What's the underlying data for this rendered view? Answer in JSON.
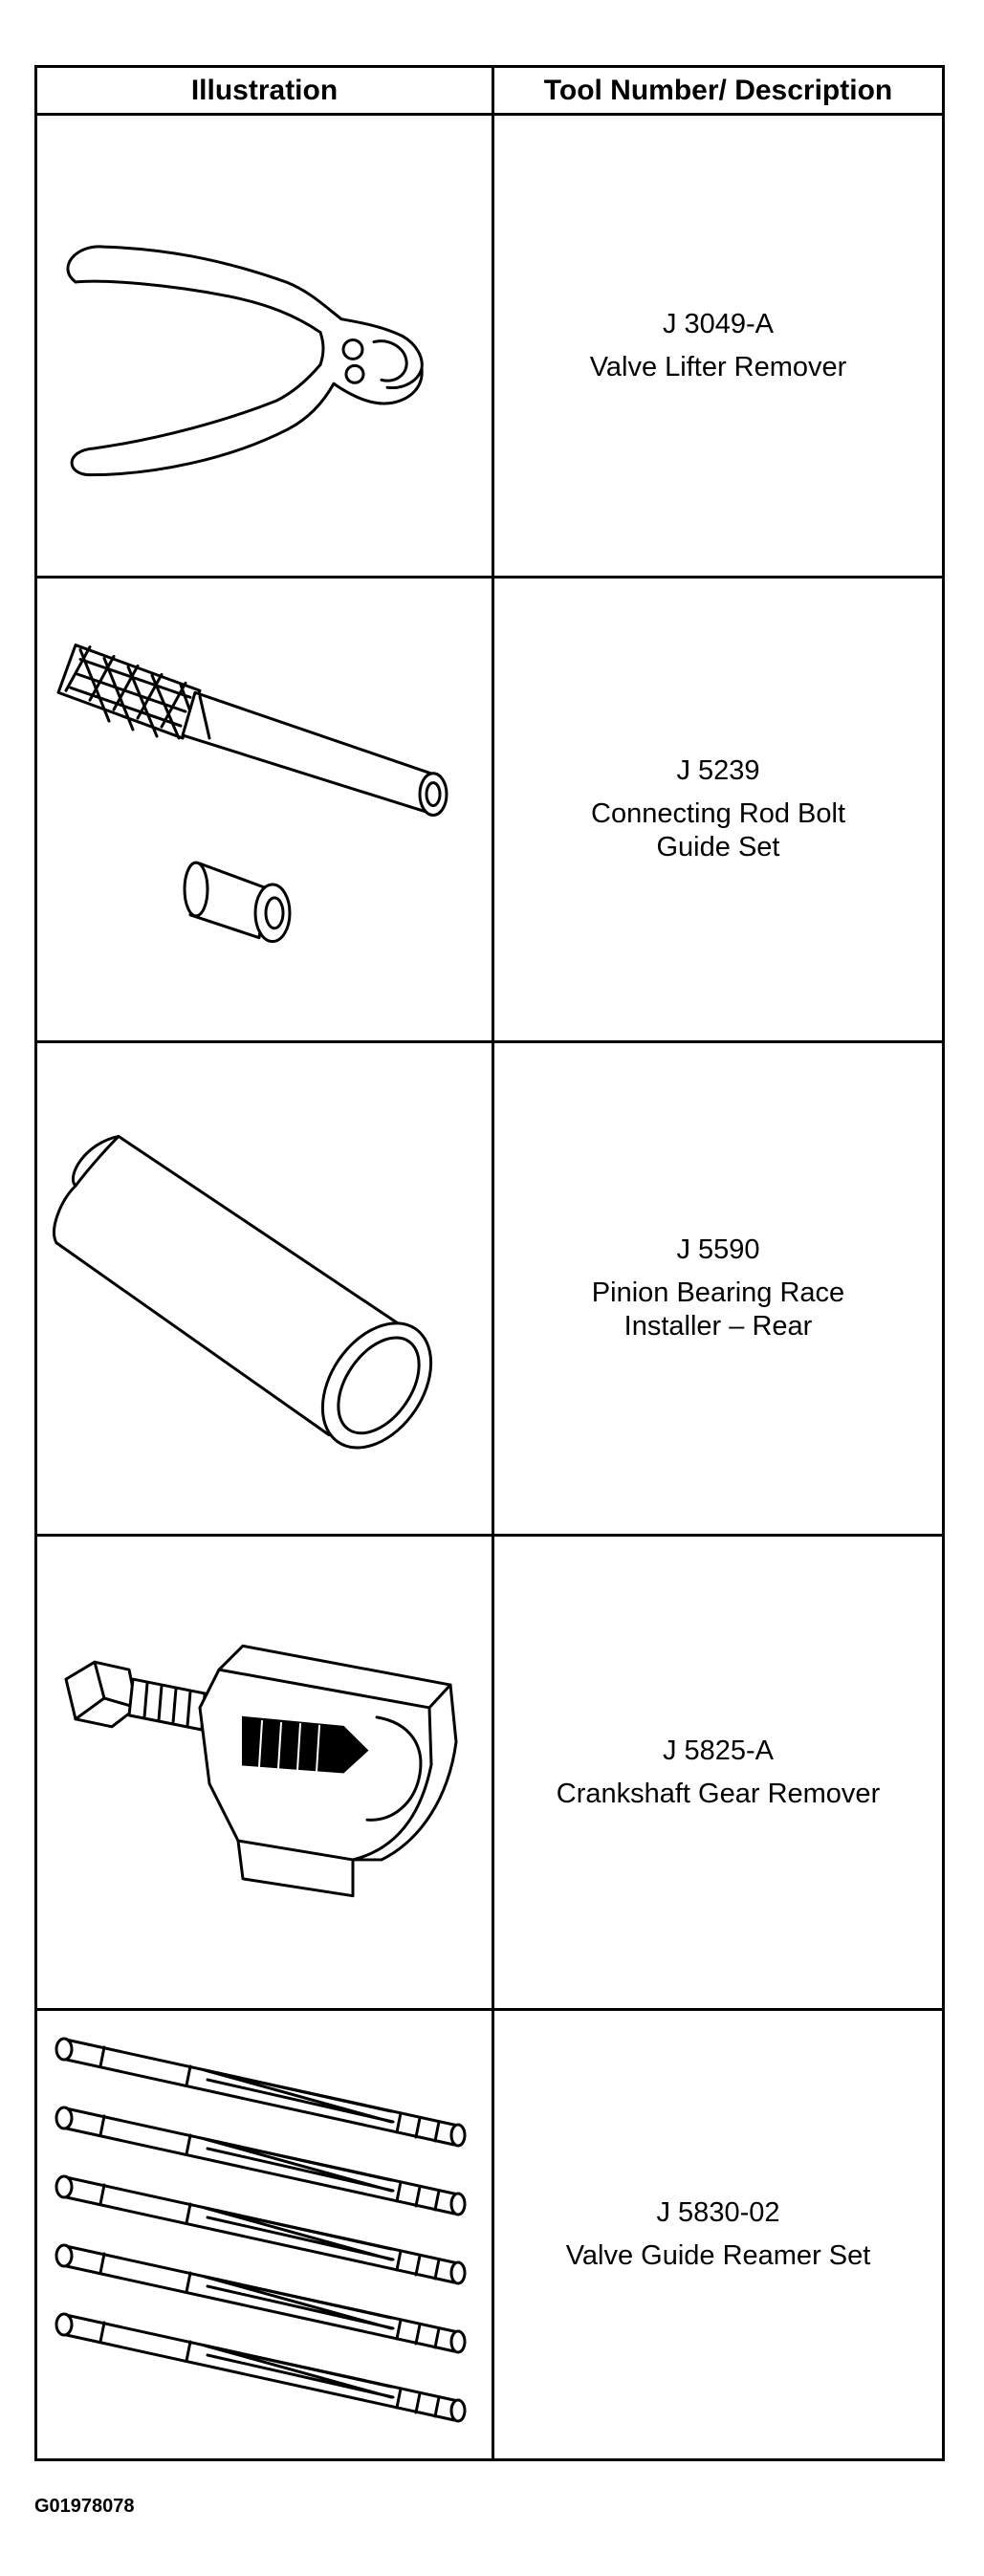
{
  "table": {
    "headers": {
      "illustration": "Illustration",
      "tool": "Tool Number/ Description"
    },
    "rows": [
      {
        "number": "J 3049-A",
        "description": "Valve Lifter Remover",
        "icon": "pliers-icon"
      },
      {
        "number": "J 5239",
        "description": "Connecting Rod Bolt\nGuide Set",
        "icon": "bolt-guide-icon"
      },
      {
        "number": "J 5590",
        "description": "Pinion Bearing Race\nInstaller – Rear",
        "icon": "race-installer-icon"
      },
      {
        "number": "J 5825-A",
        "description": "Crankshaft Gear Remover",
        "icon": "gear-puller-icon"
      },
      {
        "number": "J 5830-02",
        "description": "Valve Guide Reamer Set",
        "icon": "reamer-set-icon"
      }
    ]
  },
  "figure_id": "G01978078"
}
